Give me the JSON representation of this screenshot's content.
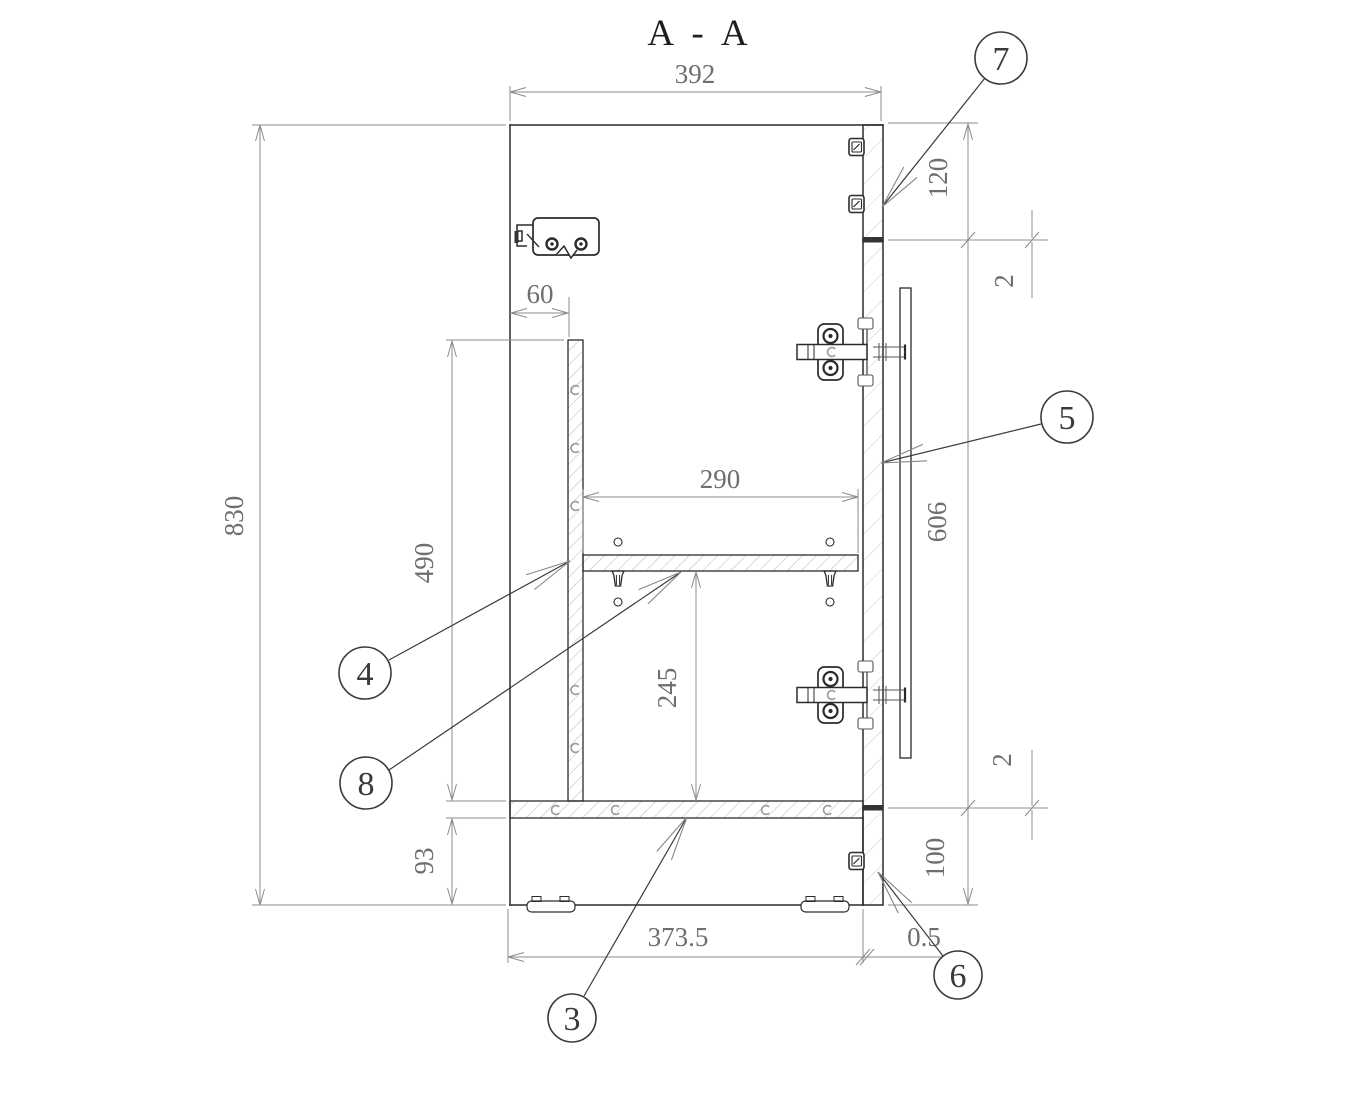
{
  "drawing": {
    "title": "A - A",
    "dims": {
      "top_width": "392",
      "overall_height": "830",
      "partition_inset": "60",
      "partition_height": "490",
      "shelf_span": "290",
      "shelf_to_base": "245",
      "base_height": "93",
      "bottom_width": "373.5",
      "bottom_offset": "0.5",
      "front_top_panel": "120",
      "front_gap_top": "2",
      "front_door": "606",
      "front_gap_bottom": "2",
      "front_bottom_panel": "100"
    },
    "balloons": {
      "b3": "3",
      "b4": "4",
      "b5": "5",
      "b6": "6",
      "b7": "7",
      "b8": "8"
    },
    "colors": {
      "line": "#2b2b2b",
      "dimension": "#8c8c8c",
      "dimension_text": "#6e6e6e",
      "balloon": "#3a3a3a",
      "hatch_dense": "#b0b0b0",
      "hatch_light": "#c4c4c4",
      "background": "#ffffff"
    }
  }
}
